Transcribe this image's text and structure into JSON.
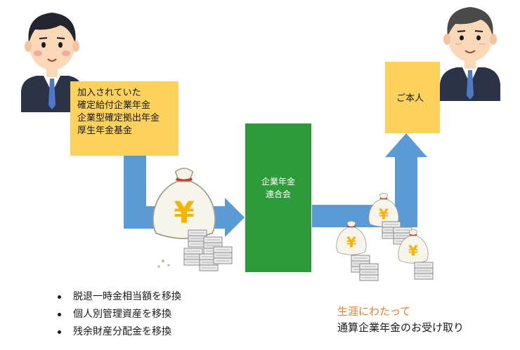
{
  "colors": {
    "yellow_box": "#fcd15c",
    "green_box": "#2e9b3a",
    "arrow_blue": "#5b9bd5",
    "highlight_orange": "#ee7d30",
    "suit_navy": "#2b3446",
    "tie_blue": "#4e79c7",
    "skin": "#fbd8b8"
  },
  "source_box": {
    "lines": [
      "加入されていた",
      "確定給付企業年金",
      "企業型確定拠出年金",
      "厚生年金基金"
    ]
  },
  "fund_box": {
    "lines": [
      "企業年金",
      "連合会"
    ]
  },
  "member_box": {
    "label": "ご本人"
  },
  "money_bag_symbol": "¥",
  "bullets": [
    "脱退一時金相当額を移換",
    "個人別管理資産を移換",
    "残余財産分配金を移換"
  ],
  "result": {
    "highlight": "生涯にわたって",
    "text": "通算企業年金のお受け取り"
  },
  "icons": [
    "young-businessman-icon",
    "senior-businessman-icon",
    "money-bag-icon",
    "cash-stack-icon",
    "flow-arrow-icon"
  ]
}
